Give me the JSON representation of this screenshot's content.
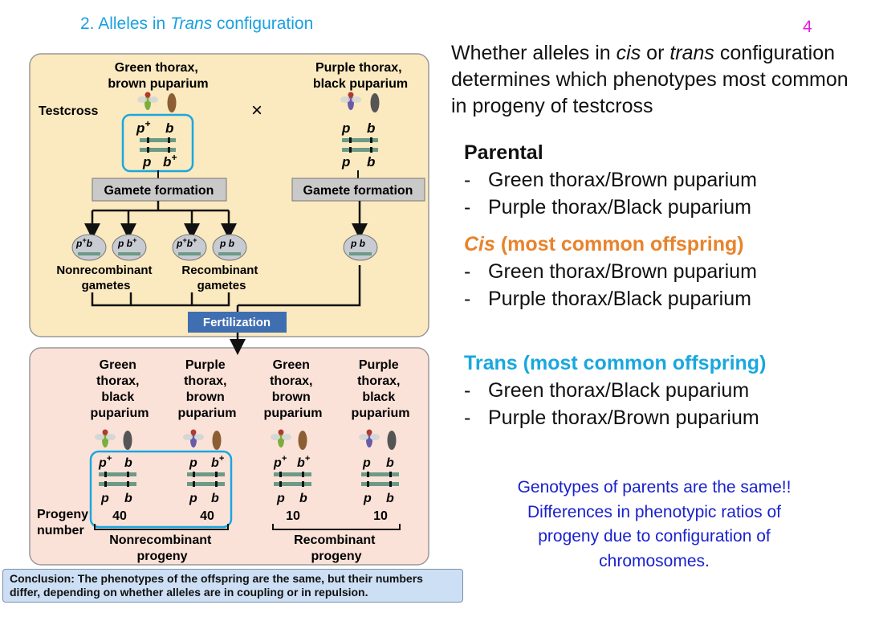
{
  "slide": {
    "number": "4",
    "title_prefix": "2.  Alleles in ",
    "title_italic": "Trans",
    "title_suffix": " configuration"
  },
  "diagram": {
    "parents": {
      "left_label_1": "Green thorax,",
      "left_label_2": "brown puparium",
      "right_label_1": "Purple thorax,",
      "right_label_2": "black puparium",
      "testcross": "Testcross",
      "cross_symbol": "×"
    },
    "alleles": {
      "p_plus": "p",
      "b_plus": "b",
      "plus": "+",
      "p": "p",
      "b": "b"
    },
    "gamete_formation": "Gamete formation",
    "gamete_group_1_line1": "Nonrecombinant",
    "gamete_group_1_line2": "gametes",
    "gamete_group_2_line1": "Recombinant",
    "gamete_group_2_line2": "gametes",
    "fertilization": "Fertilization",
    "progeny": [
      {
        "lines": [
          "Green",
          "thorax,",
          "black",
          "puparium"
        ],
        "number": "40"
      },
      {
        "lines": [
          "Purple",
          "thorax,",
          "brown",
          "puparium"
        ],
        "number": "40"
      },
      {
        "lines": [
          "Green",
          "thorax,",
          "brown",
          "puparium"
        ],
        "number": "10"
      },
      {
        "lines": [
          "Purple",
          "thorax,",
          "black",
          "puparium"
        ],
        "number": "10"
      }
    ],
    "progeny_number_1": "Progeny",
    "progeny_number_2": "number",
    "nonrecomb_progeny_1": "Nonrecombinant",
    "nonrecomb_progeny_2": "progeny",
    "recomb_progeny_1": "Recombinant",
    "recomb_progeny_2": "progeny"
  },
  "conclusion": {
    "label": "Conclusion:",
    "text": " The phenotypes of the offspring are the same, but their numbers differ, depending on whether alleles are in coupling or in repulsion."
  },
  "right_panel": {
    "intro_1": "Whether alleles in ",
    "intro_cis": "cis",
    "intro_or": " or ",
    "intro_trans": "trans",
    "intro_2": " configuration determines which phenotypes most common in progeny of testcross",
    "parental_heading": "Parental",
    "parental_items": [
      "Green thorax/Brown puparium",
      "Purple thorax/Black puparium"
    ],
    "cis_italic": "Cis",
    "cis_rest": " (most common offspring)",
    "cis_items": [
      "Green thorax/Brown puparium",
      "Purple thorax/Black puparium"
    ],
    "trans_heading": "Trans (most common offspring)",
    "trans_items": [
      "Green thorax/Black puparium",
      "Purple thorax/Brown puparium"
    ],
    "dash": "-",
    "note_lines": [
      "Genotypes of parents are the same!!",
      "Differences in phenotypic ratios of",
      "progeny due to configuration of",
      "chromosomes."
    ]
  },
  "colors": {
    "title": "#1aa0e0",
    "slide_number": "#e020e0",
    "top_panel": "#fbe9bf",
    "bottom_panel": "#fbe2d8",
    "highlight": "#1aa7df",
    "chromosome": "#6c9a86",
    "cis_heading": "#e8832c",
    "trans_heading": "#1aa7df",
    "note": "#1a22cc",
    "fertilization_box": "#3f6fb0"
  }
}
